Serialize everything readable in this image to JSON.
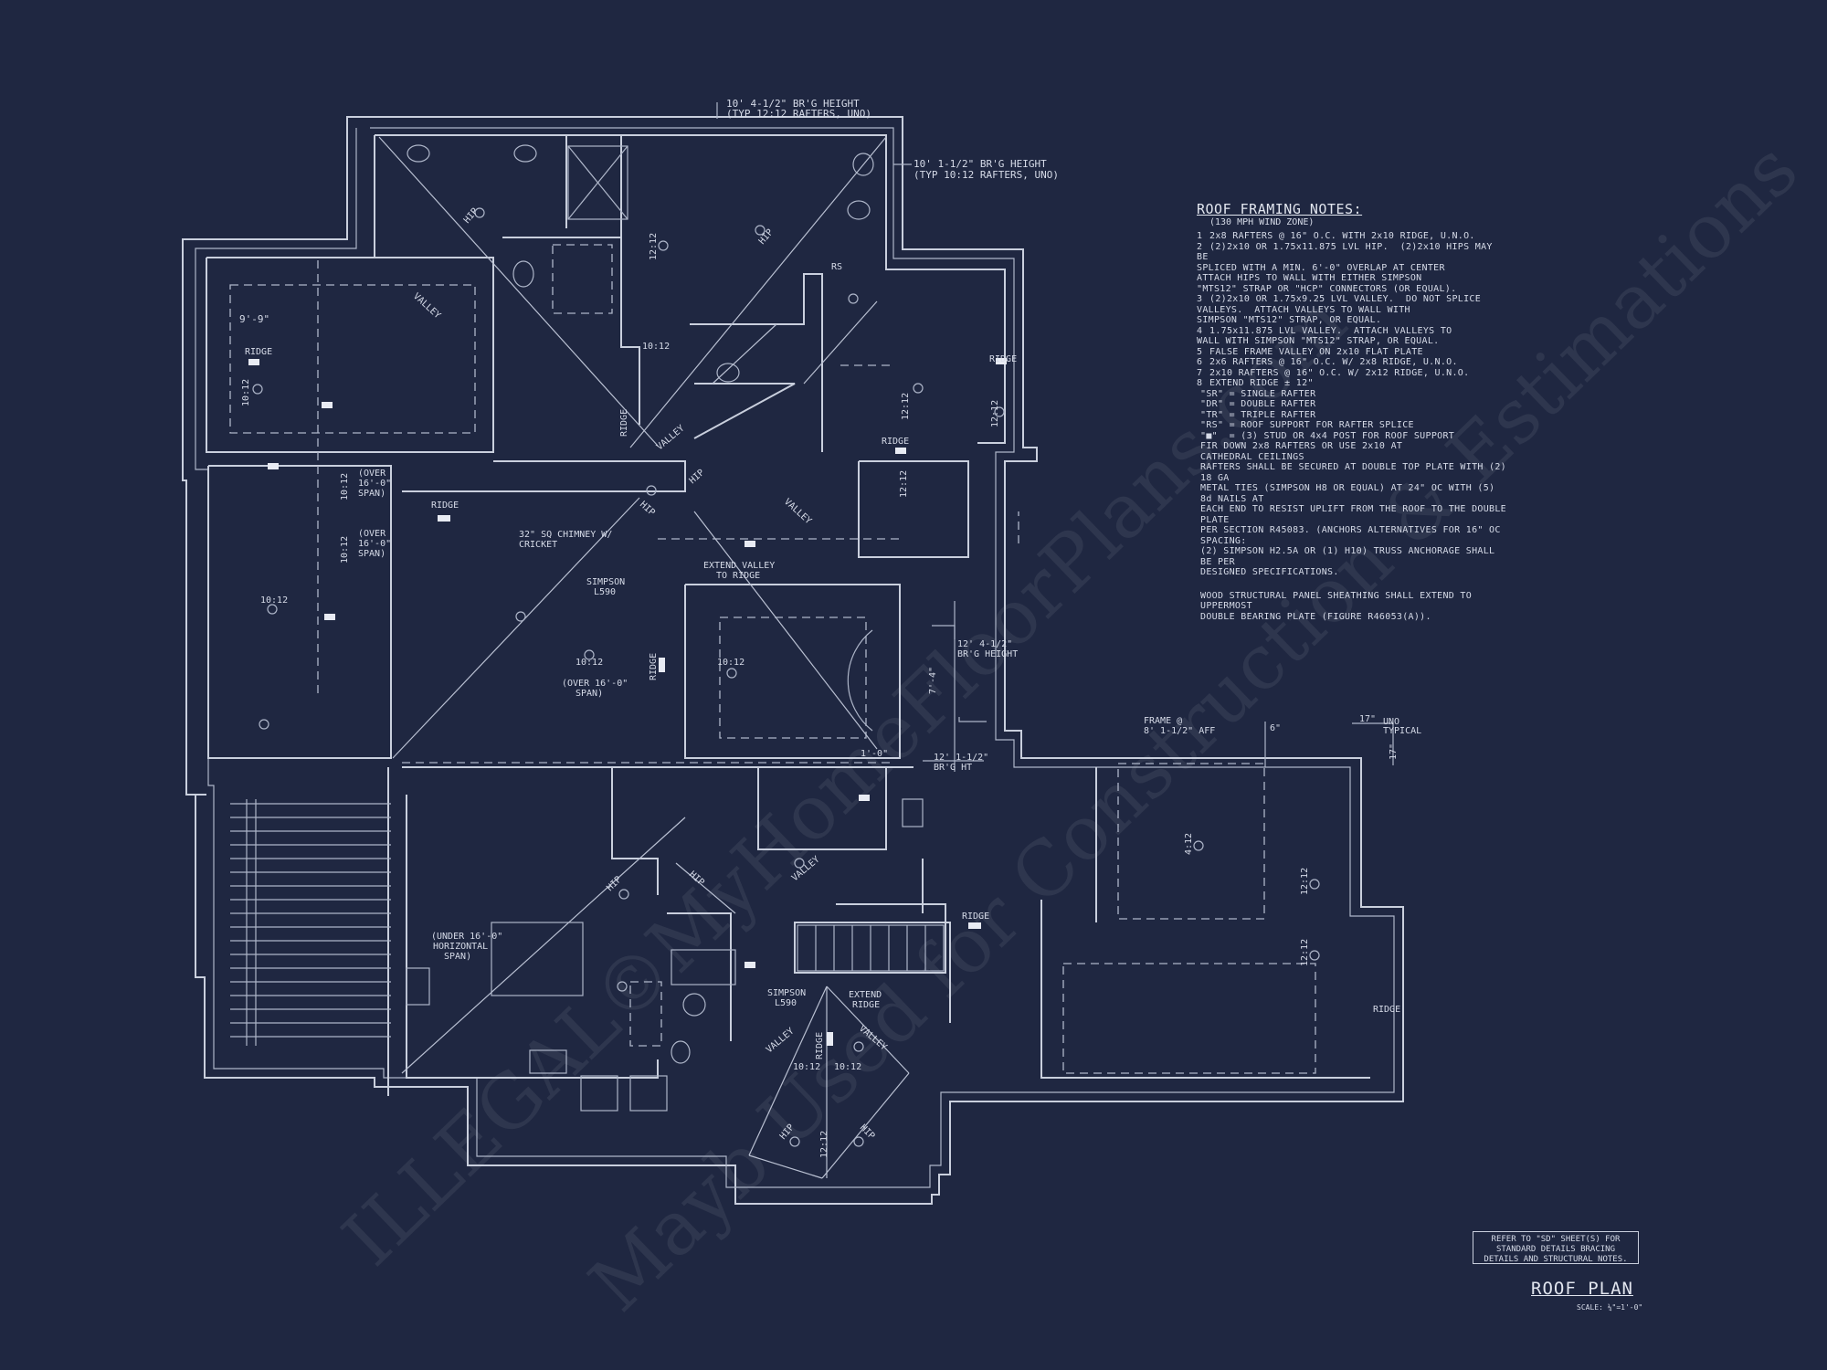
{
  "sheet": {
    "title": "ROOF PLAN",
    "scale": "SCALE: ¼\"=1'-0\"",
    "reference_note": [
      "REFER TO \"SD\" SHEET(S) FOR",
      "STANDARD DETAILS BRACING",
      "DETAILS AND STRUCTURAL NOTES."
    ]
  },
  "watermarks": [
    "ILLEGAL©MyHomeFloorPlans.com",
    "Mayb Used for Construction & Estimations"
  ],
  "notes": {
    "title": "ROOF FRAMING NOTES:",
    "wind_zone": "(130 MPH WIND ZONE)",
    "items": [
      {
        "num": "1",
        "text": "2x8 RAFTERS @ 16\" O.C. WITH 2x10 RIDGE, U.N.O."
      },
      {
        "num": "2",
        "text": "(2)2x10 OR 1.75x11.875 LVL HIP.  (2)2x10 HIPS MAY BE\nSPLICED WITH A MIN. 6'-0\" OVERLAP AT CENTER\nATTACH HIPS TO WALL WITH EITHER SIMPSON\n\"MTS12\" STRAP OR \"HCP\" CONNECTORS (OR EQUAL)."
      },
      {
        "num": "3",
        "text": "(2)2x10 OR 1.75x9.25 LVL VALLEY.  DO NOT SPLICE\nVALLEYS.  ATTACH VALLEYS TO WALL WITH\nSIMPSON \"MTS12\" STRAP, OR EQUAL."
      },
      {
        "num": "4",
        "text": "1.75x11.875 LVL VALLEY.  ATTACH VALLEYS TO\nWALL WITH SIMPSON \"MTS12\" STRAP, OR EQUAL."
      },
      {
        "num": "5",
        "text": "FALSE FRAME VALLEY ON 2x10 FLAT PLATE"
      },
      {
        "num": "6",
        "text": "2x6 RAFTERS @ 16\" O.C. W/ 2x8 RIDGE, U.N.O."
      },
      {
        "num": "7",
        "text": "2x10 RAFTERS @ 16\" O.C. W/ 2x12 RIDGE, U.N.O."
      },
      {
        "num": "8",
        "text": "EXTEND RIDGE ± 12\""
      }
    ],
    "bullets": [
      "\"SR\" = SINGLE RAFTER",
      "\"DR\" = DOUBLE RAFTER",
      "\"TR\" = TRIPLE RAFTER",
      "\"RS\" = ROOF SUPPORT FOR RAFTER SPLICE",
      "\"■\"  = (3) STUD OR 4x4 POST FOR ROOF SUPPORT",
      "FIR DOWN 2x8 RAFTERS OR USE 2x10 AT\nCATHEDRAL CEILINGS",
      "RAFTERS SHALL BE SECURED AT DOUBLE TOP PLATE WITH (2) 18 GA\nMETAL TIES (SIMPSON H8 OR EQUAL) AT 24\" OC WITH (5) 8d NAILS AT\nEACH END TO RESIST UPLIFT FROM THE ROOF TO THE DOUBLE PLATE\nPER SECTION R45083. (ANCHORS ALTERNATIVES FOR 16\" OC SPACING:\n(2) SIMPSON H2.5A OR (1) H10) TRUSS ANCHORAGE SHALL BE PER\nDESIGNED SPECIFICATIONS."
    ],
    "sheathing": "WOOD STRUCTURAL PANEL SHEATHING SHALL EXTEND TO UPPERMOST\nDOUBLE BEARING PLATE (FIGURE R46053(A))."
  },
  "plan_labels": {
    "brg_top_1": "10' 4-1/2\" BR'G HEIGHT",
    "brg_top_2": "(TYP 12:12 RAFTERS, UNO)",
    "brg_right_1": "10' 1-1/2\" BR'G HEIGHT",
    "brg_right_2": "(TYP 10:12 RAFTERS, UNO)",
    "dim_9_9": "9'-9\"",
    "ridge": "RIDGE",
    "valley": "VALLEY",
    "hip": "HIP",
    "rs": "RS",
    "p_10_12": "10:12",
    "p_12_12": "12:12",
    "p_4_12": "4:12",
    "over_16_a": "(OVER",
    "over_16_b": "16'-0\"",
    "over_16_c": "SPAN)",
    "chimney_1": "32\" SQ CHIMNEY W/",
    "chimney_2": "CRICKET",
    "simpson": "SIMPSON",
    "l590": "L590",
    "extend_valley_1": "EXTEND VALLEY",
    "extend_valley_2": "TO RIDGE",
    "center_span_1": "(OVER 16'-0\"",
    "center_span_2": "SPAN)",
    "brg_mid_1": "12' 4-1/2\"",
    "brg_mid_2": "BR'G HEIGHT",
    "dim_7_4": "7'-4\"",
    "dim_1_0": "1'-0\"",
    "brg_low_1": "12' 1-1/2\"",
    "brg_low_2": "BR'G HT",
    "frame_1": "FRAME @",
    "frame_2": "8' 1-1/2\" AFF",
    "dim_6": "6\"",
    "dim_17": "17\"",
    "uno_1": "UNO",
    "uno_2": "TYPICAL",
    "under_16_1": "(UNDER 16'-0\"",
    "under_16_2": "HORIZONTAL",
    "under_16_3": "SPAN)",
    "extend_1": "EXTEND",
    "extend_2": "RIDGE"
  }
}
